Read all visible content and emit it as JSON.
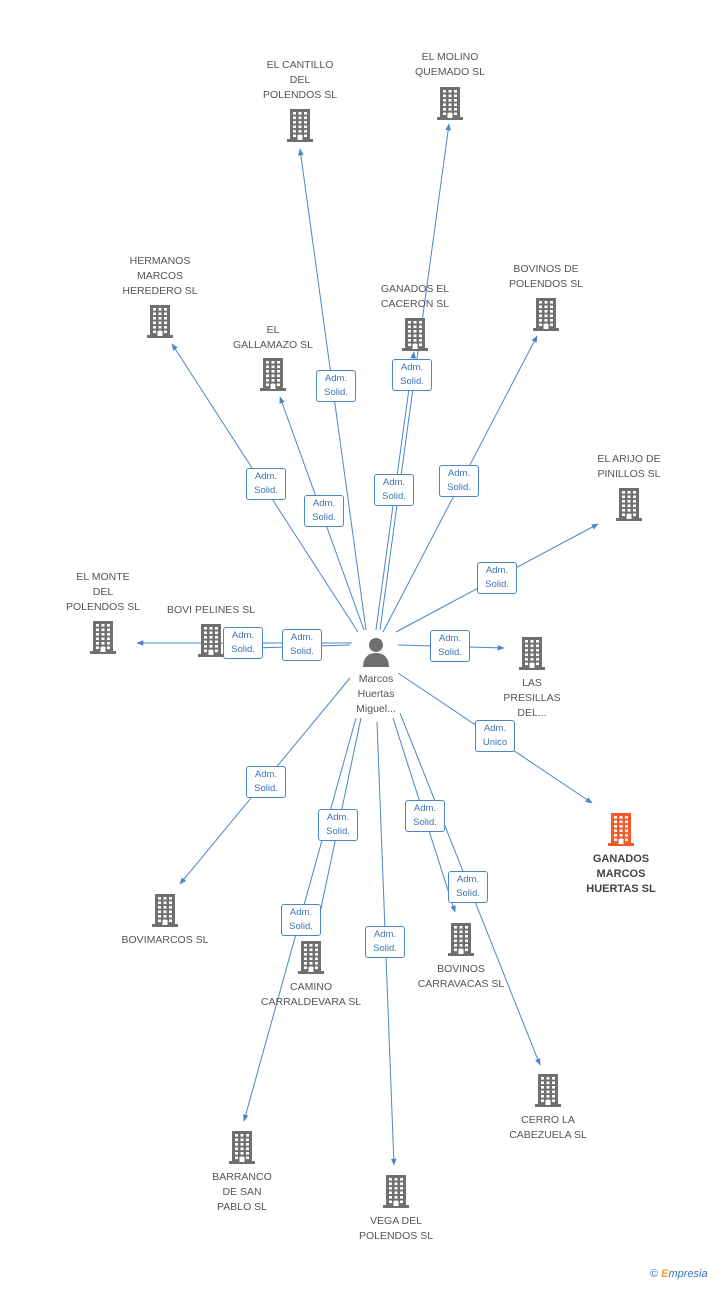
{
  "colors": {
    "edge": "#4a86c8",
    "building": "#6f6f6f",
    "highlight": "#f4592a",
    "tag_text": "#3b73b9"
  },
  "person": {
    "name": "Marcos\nHuertas\nMiguel...",
    "icon": "person-icon"
  },
  "companies": [
    {
      "id": "cantillo",
      "name": "EL CANTILLO\nDEL\nPOLENDOS SL",
      "highlight": false
    },
    {
      "id": "molino",
      "name": "EL MOLINO\nQUEMADO SL",
      "highlight": false
    },
    {
      "id": "hermanos",
      "name": "HERMANOS\nMARCOS\nHEREDERO SL",
      "highlight": false
    },
    {
      "id": "caceron",
      "name": "GANADOS EL\nCACERON SL",
      "highlight": false
    },
    {
      "id": "bovinos_polendos",
      "name": "BOVINOS DE\nPOLENDOS SL",
      "highlight": false
    },
    {
      "id": "gallamazo",
      "name": "EL\nGALLAMAZO SL",
      "highlight": false
    },
    {
      "id": "arijo",
      "name": "EL ARIJO DE\nPINILLOS SL",
      "highlight": false
    },
    {
      "id": "monte",
      "name": "EL MONTE\nDEL\nPOLENDOS SL",
      "highlight": false
    },
    {
      "id": "bovi_pelines",
      "name": "BOVI PELINES SL",
      "highlight": false
    },
    {
      "id": "presillas",
      "name": "LAS\nPRESILLAS\nDEL...",
      "highlight": false
    },
    {
      "id": "ganados_mh",
      "name": "GANADOS\nMARCOS\nHUERTAS SL",
      "highlight": true
    },
    {
      "id": "bovimarcos",
      "name": "BOVIMARCOS SL",
      "highlight": false
    },
    {
      "id": "carraldevara",
      "name": "CAMINO\nCARRALDEVARA SL",
      "highlight": false
    },
    {
      "id": "carravacas",
      "name": "BOVINOS\nCARRAVACAS SL",
      "highlight": false
    },
    {
      "id": "cabezuela",
      "name": "CERRO LA\nCABEZUELA SL",
      "highlight": false
    },
    {
      "id": "barranco",
      "name": "BARRANCO\nDE SAN\nPABLO SL",
      "highlight": false
    },
    {
      "id": "vega",
      "name": "VEGA DEL\nPOLENDOS SL",
      "highlight": false
    }
  ],
  "relations": [
    {
      "to": "cantillo",
      "role": "Adm.\nSolid."
    },
    {
      "to": "molino",
      "role": "Adm.\nSolid."
    },
    {
      "to": "hermanos",
      "role": "Adm.\nSolid."
    },
    {
      "to": "caceron",
      "role": "Adm.\nSolid."
    },
    {
      "to": "bovinos_polendos",
      "role": "Adm.\nSolid."
    },
    {
      "to": "gallamazo",
      "role": "Adm.\nSolid."
    },
    {
      "to": "arijo",
      "role": "Adm.\nSolid."
    },
    {
      "to": "monte",
      "role": "Adm.\nSolid."
    },
    {
      "to": "bovi_pelines",
      "role": "Adm.\nSolid."
    },
    {
      "to": "presillas",
      "role": "Adm.\nSolid."
    },
    {
      "to": "ganados_mh",
      "role": "Adm.\nUnico"
    },
    {
      "to": "bovimarcos",
      "role": "Adm.\nSolid."
    },
    {
      "to": "carraldevara",
      "role": "Adm.\nSolid."
    },
    {
      "to": "carravacas",
      "role": "Adm.\nSolid."
    },
    {
      "to": "cabezuela",
      "role": "Adm.\nSolid."
    },
    {
      "to": "barranco",
      "role": "Adm.\nSolid."
    },
    {
      "to": "vega",
      "role": "Adm.\nSolid."
    }
  ],
  "brand": {
    "copyright": "©",
    "name_first": "E",
    "name_rest": "mpresia"
  }
}
